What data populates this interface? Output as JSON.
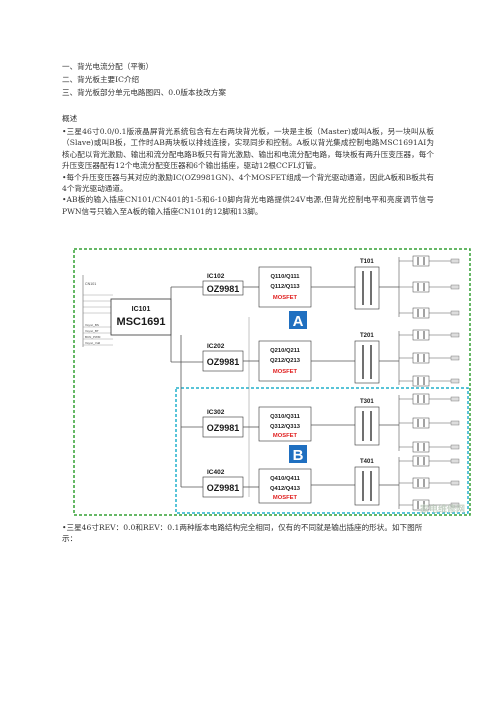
{
  "toc": [
    "一、背光电流分配（平衡）",
    "二、背光板主要IC介绍",
    "三、背光板部分单元电路图四、0.0版本技改方案"
  ],
  "overview_title": "概述",
  "paragraphs": [
    "•三星46寸0.0/0.1版液晶屏背光系统包含有左右两块背光板，一块是主板（Master)或叫A板，另一块叫从板（Slave)或叫B板，工作时AB两块板以排线连接，实现同步和控制。A板以背光集成控制电路MSC1691AI为核心配以背光激励、输出和流分配电路B板只有背光激励、输出和电流分配电路，每块板有两升压变压器，每个升压变压器配有12个电流分配变压器和6个输出插座，驱动12根CCFL灯管。",
    "•每个升压变压器与其对应的激励IC(OZ9981GN)、4个MOSFET组成一个背光驱动通道，因此A板和B板共有4个背光驱动通道。",
    "•AB板的输入插座CN101/CN401的1-5和6-10脚向背光电路提供24V电源,但背光控制电平和亮度调节信号PWN信号只输入至A板的输入插座CN101的12脚和13脚。"
  ],
  "diagram": {
    "main_ic": {
      "id": "IC101",
      "name": "MSC1691"
    },
    "left_pins": [
      "CN101",
      "",
      "",
      "",
      "",
      "Vsync_BS",
      "Vsync_BT",
      "BCN_PWM",
      "Vsync_Vdd"
    ],
    "channels": [
      {
        "ic": "IC102",
        "driver": "OZ9981",
        "q1": "Q110/Q111",
        "q2": "Q112/Q113",
        "mosfet": "MOSFET",
        "t": "T101"
      },
      {
        "ic": "IC202",
        "driver": "OZ9981",
        "q1": "Q210/Q211",
        "q2": "Q212/Q213",
        "mosfet": "MOSFET",
        "t": "T201"
      },
      {
        "ic": "IC302",
        "driver": "OZ9981",
        "q1": "Q310/Q311",
        "q2": "Q312/Q313",
        "mosfet": "MOSFET",
        "t": "T301"
      },
      {
        "ic": "IC402",
        "driver": "OZ9981",
        "q1": "Q410/Q411",
        "q2": "Q412/Q413",
        "mosfet": "MOSFET",
        "t": "T401"
      }
    ],
    "board_a": "A",
    "board_b": "B",
    "watermark": "家电维修网"
  },
  "footer": [
    "•三星46寸REV：0.0和REV：0.1两种版本电路结构完全相同，仅有的不同就是输出插座的形状。如下图所示："
  ],
  "colors": {
    "green_border": "#33a033",
    "cyan_border": "#22b0cc",
    "board_blue": "#1f6fc0",
    "mosfet_red": "#e02020",
    "ic_text": "#1a1a1a"
  }
}
